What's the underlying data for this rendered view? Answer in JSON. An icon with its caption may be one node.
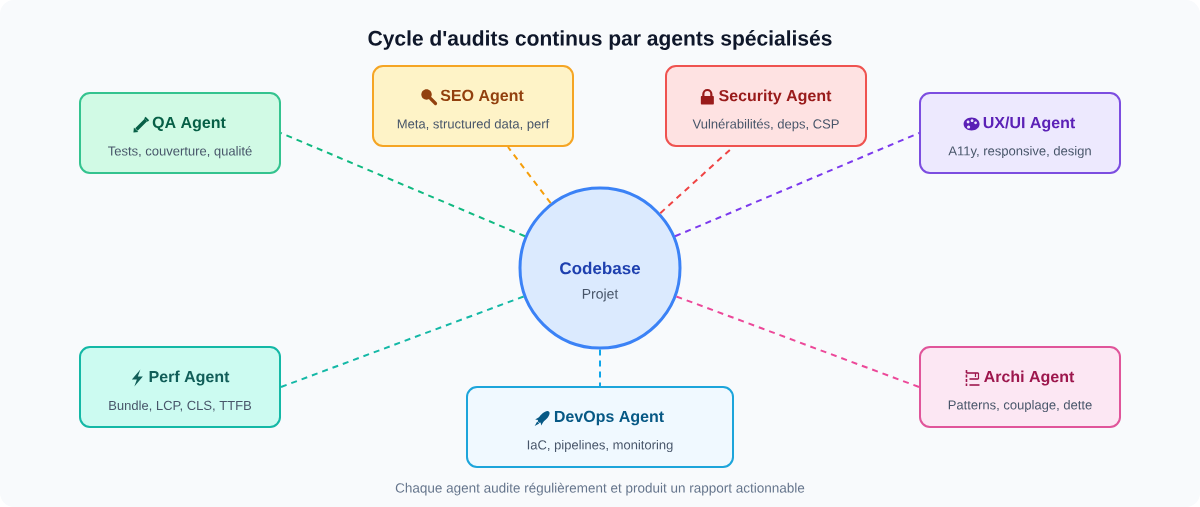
{
  "diagram": {
    "title": "Cycle d'audits continus par agents spécialisés",
    "caption": "Chaque agent audite régulièrement et produit un rapport actionnable",
    "nodes": [
      {
        "text": [
          "QA Agent",
          "Tests, couverture, qualité"
        ]
      },
      {
        "text": [
          "SEO Agent",
          "Meta, structured data, perf"
        ]
      },
      {
        "text": [
          "Security Agent",
          "Vulnérabilités, deps, CSP"
        ]
      },
      {
        "text": [
          "UX/UI Agent",
          "A11y, responsive, design"
        ]
      },
      {
        "text": [
          "Codebase",
          "Projet"
        ]
      },
      {
        "text": [
          "Perf Agent",
          "Bundle, LCP, CLS, TTFB"
        ]
      },
      {
        "text": [
          "DevOps Agent",
          "IaC, pipelines, monitoring"
        ]
      },
      {
        "text": [
          "Archi Agent",
          "Patterns, couplage, dette"
        ]
      }
    ],
    "edges": [
      {
        "from": 4,
        "to": 0,
        "arrow": "none",
        "style": "dashed",
        "color": "#10b981"
      },
      {
        "from": 4,
        "to": 1,
        "arrow": "none",
        "style": "dashed",
        "color": "#f59e0b"
      },
      {
        "from": 4,
        "to": 2,
        "arrow": "none",
        "style": "dashed",
        "color": "#ef4444"
      },
      {
        "from": 4,
        "to": 3,
        "arrow": "none",
        "style": "dashed",
        "color": "#7c3aed"
      },
      {
        "from": 4,
        "to": 5,
        "arrow": "none",
        "style": "dashed",
        "color": "#14b8a6"
      },
      {
        "from": 4,
        "to": 6,
        "arrow": "none",
        "style": "dashed",
        "color": "#0ea5e9"
      },
      {
        "from": 4,
        "to": 7,
        "arrow": "none",
        "style": "dashed",
        "color": "#ec4899"
      }
    ]
  }
}
